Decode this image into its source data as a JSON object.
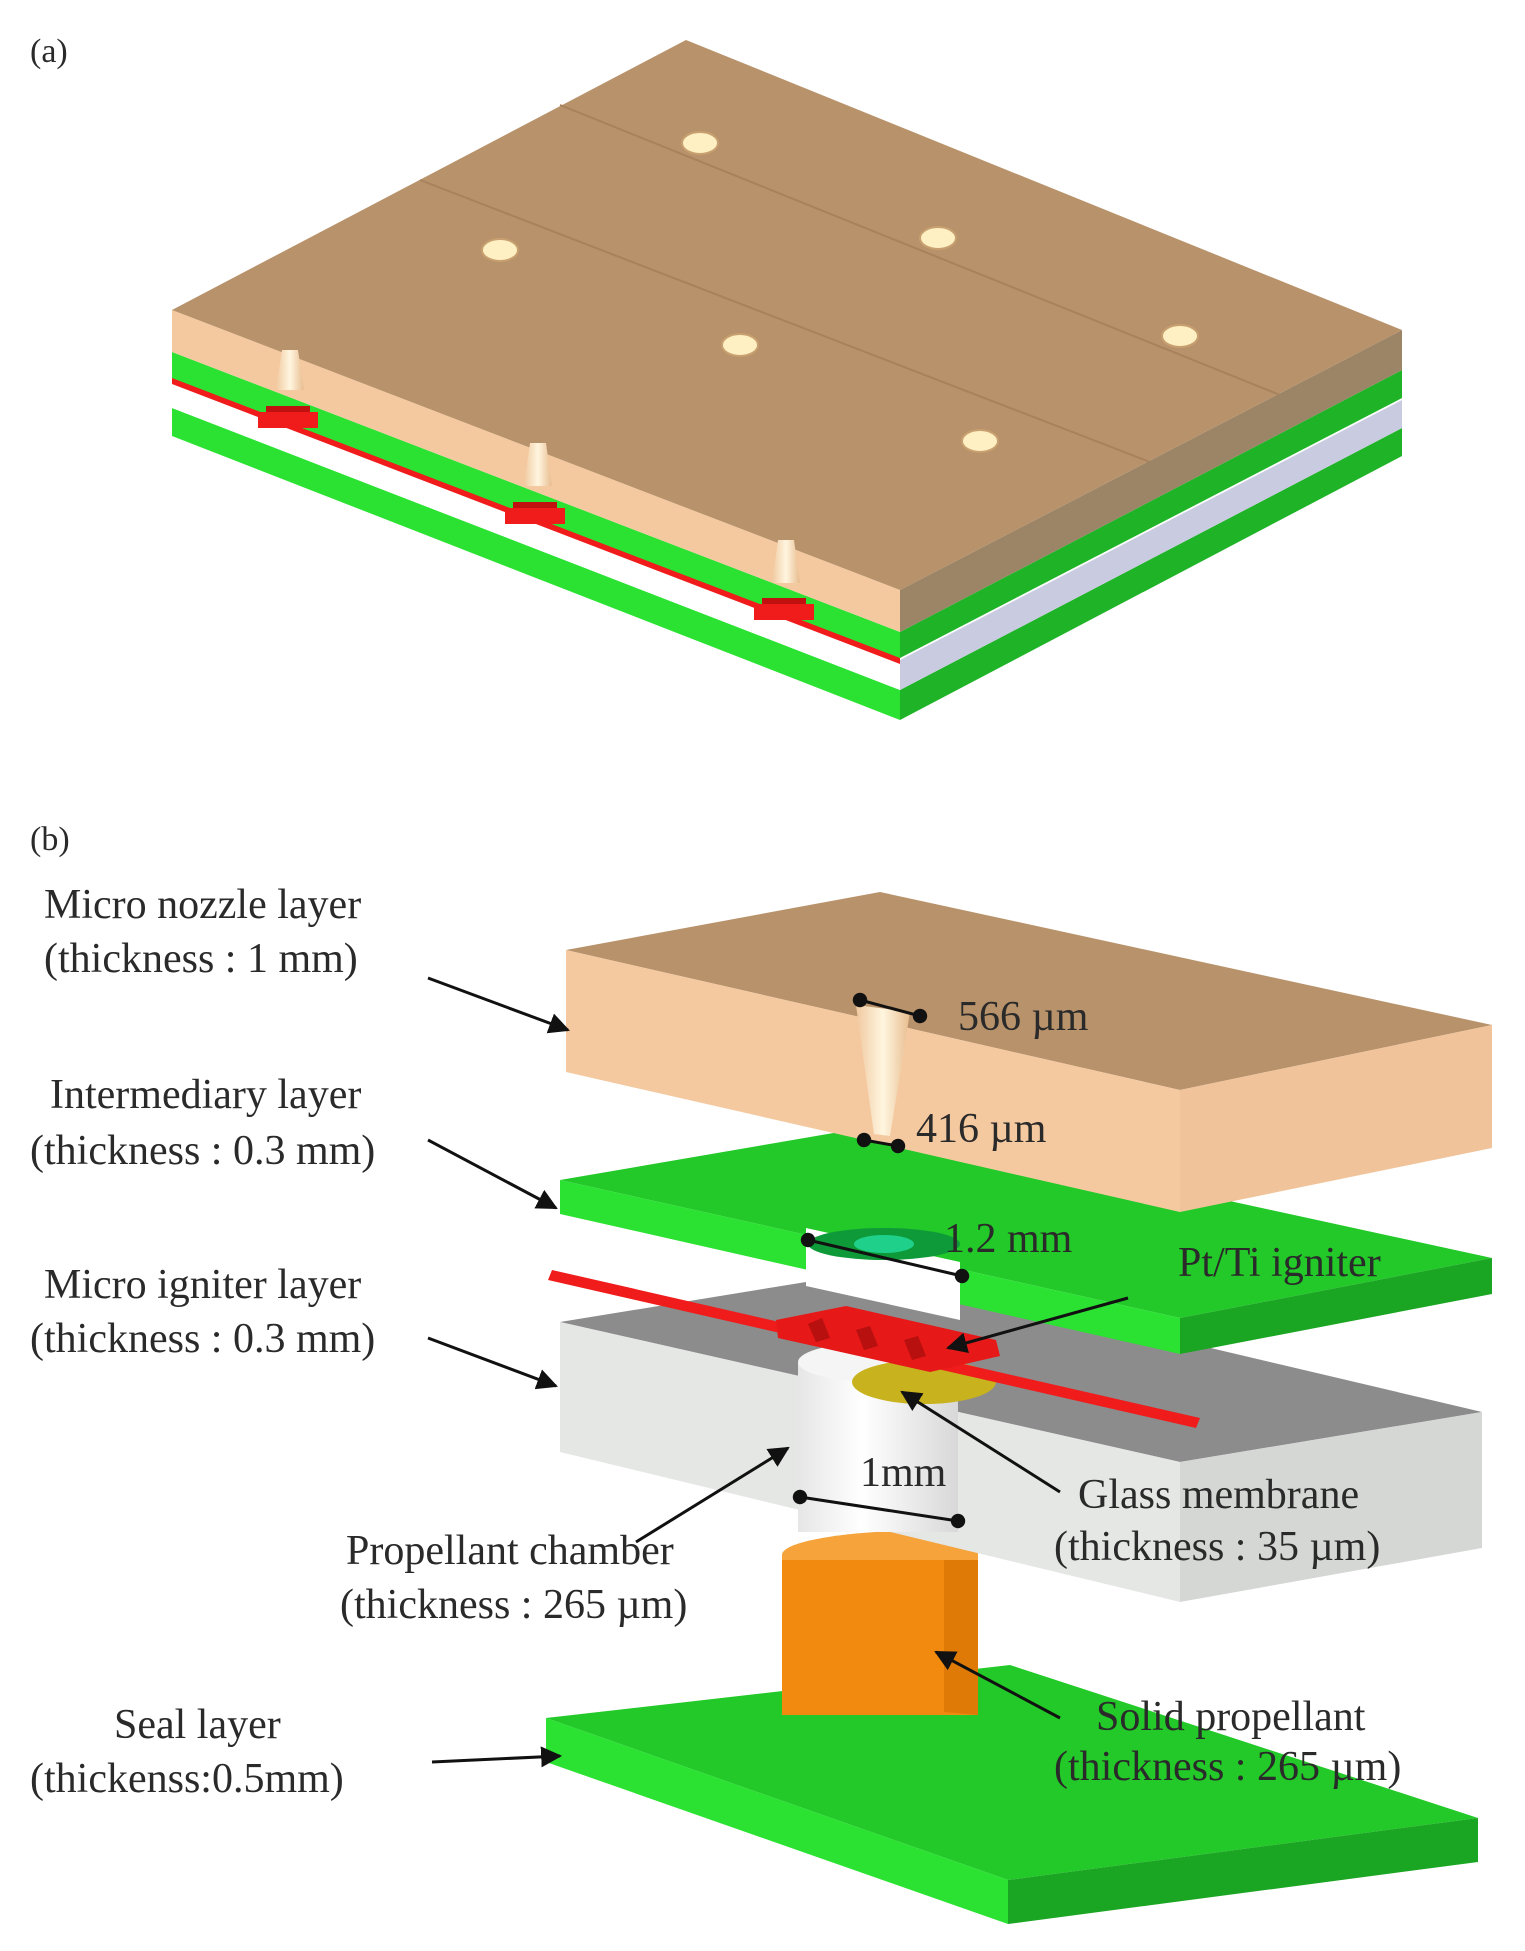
{
  "panels": {
    "a": "(a)",
    "b": "(b)"
  },
  "layers": {
    "nozzle": {
      "name": "Micro nozzle layer",
      "thickness": "(thickness : 1 mm)"
    },
    "intermediary": {
      "name": "Intermediary layer",
      "thickness": "(thickness : 0.3 mm)"
    },
    "igniter": {
      "name": "Micro igniter layer",
      "thickness": "(thickness : 0.3 mm)"
    },
    "chamber": {
      "name": "Propellant  chamber",
      "thickness": "(thickness : 265 µm)"
    },
    "seal": {
      "name": "Seal layer",
      "thickness": "(thickenss:0.5mm)"
    }
  },
  "components": {
    "igniter": "Pt/Ti igniter",
    "membrane": {
      "name": "Glass membrane",
      "thickness": "(thickness : 35 µm)"
    },
    "propellant": {
      "name": "Solid propellant",
      "thickness": "(thickness : 265 µm)"
    }
  },
  "dimensions": {
    "nozzle_outlet": "566 µm",
    "nozzle_throat": "416 µm",
    "intermediary_hole": "1.2  mm",
    "chamber_diameter": "1mm"
  },
  "colors": {
    "nozzle_top": "#B8926A",
    "nozzle_front": "#F5C9A0",
    "green_top": "#22C928",
    "green_front": "#2BE233",
    "igniter_red": "#F01C1C",
    "gray_top": "#8C8C8C",
    "gray_front": "#E5E7E5",
    "propellant": "#F28A10",
    "membrane": "#C8B21E"
  }
}
